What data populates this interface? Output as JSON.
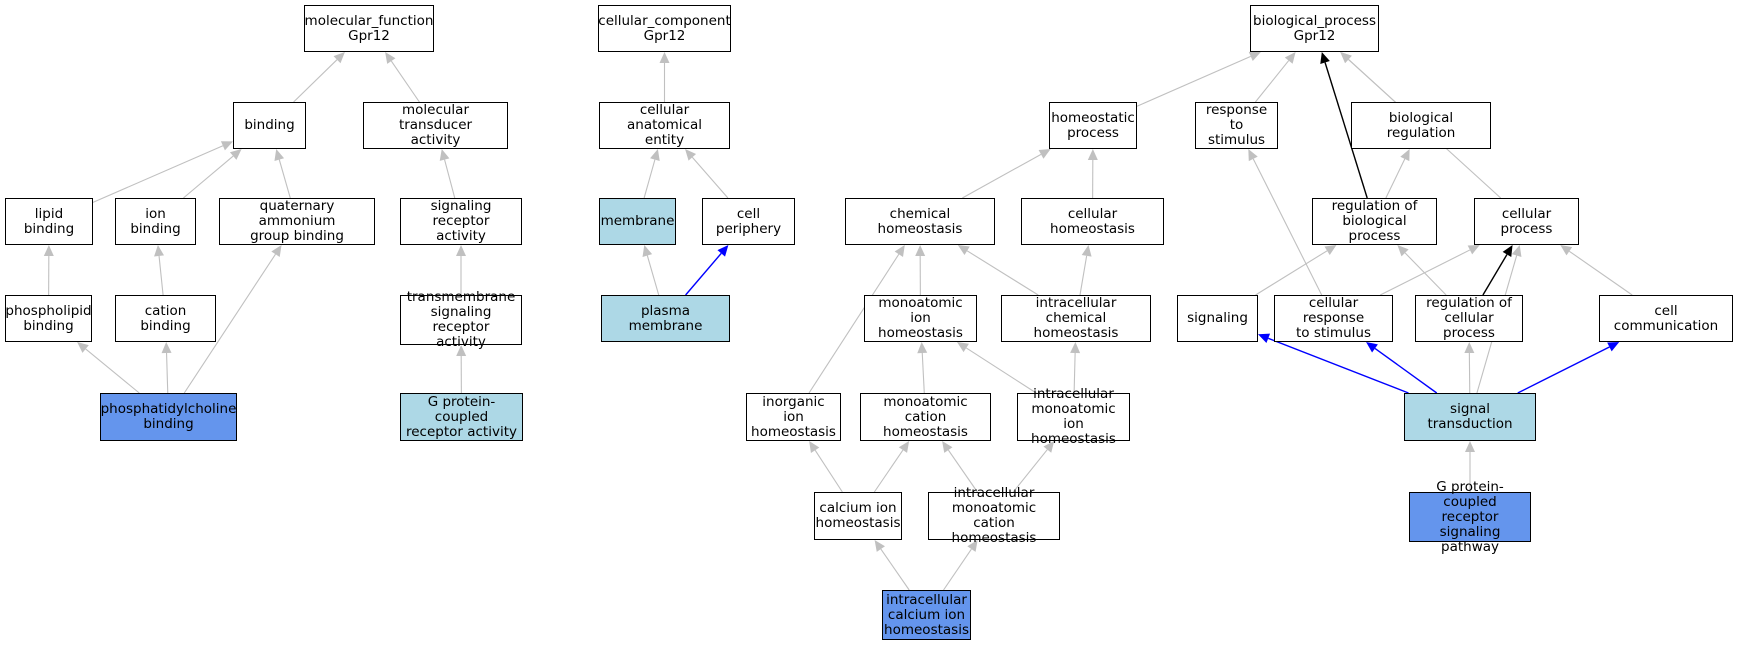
{
  "colors": {
    "gray": "#c0c0c0",
    "black": "#000000",
    "blue": "#0000ff",
    "light": "#add8e6",
    "strong": "#6495ed",
    "white": "#ffffff"
  },
  "nodes": [
    {
      "id": "molecular_function",
      "label": "molecular_function\nGpr12",
      "fill": "white"
    },
    {
      "id": "binding",
      "label": "binding",
      "fill": "white"
    },
    {
      "id": "molecular_transducer_activity",
      "label": "molecular transducer\nactivity",
      "fill": "white"
    },
    {
      "id": "lipid_binding",
      "label": "lipid binding",
      "fill": "white"
    },
    {
      "id": "ion_binding",
      "label": "ion binding",
      "fill": "white"
    },
    {
      "id": "quaternary_ammonium_group_binding",
      "label": "quaternary ammonium\ngroup binding",
      "fill": "white"
    },
    {
      "id": "signaling_receptor_activity",
      "label": "signaling receptor\nactivity",
      "fill": "white"
    },
    {
      "id": "phospholipid_binding",
      "label": "phospholipid\nbinding",
      "fill": "white"
    },
    {
      "id": "cation_binding",
      "label": "cation binding",
      "fill": "white"
    },
    {
      "id": "transmembrane_signaling_receptor_activity",
      "label": "transmembrane\nsignaling receptor\nactivity",
      "fill": "white"
    },
    {
      "id": "phosphatidylcholine_binding",
      "label": "phosphatidylcholine\nbinding",
      "fill": "strong"
    },
    {
      "id": "gpcr_activity",
      "label": "G protein-coupled\nreceptor activity",
      "fill": "light"
    },
    {
      "id": "cellular_component",
      "label": "cellular_component\nGpr12",
      "fill": "white"
    },
    {
      "id": "cellular_anatomical_entity",
      "label": "cellular anatomical\nentity",
      "fill": "white"
    },
    {
      "id": "membrane",
      "label": "membrane",
      "fill": "light"
    },
    {
      "id": "cell_periphery",
      "label": "cell periphery",
      "fill": "white"
    },
    {
      "id": "plasma_membrane",
      "label": "plasma membrane",
      "fill": "light"
    },
    {
      "id": "biological_process",
      "label": "biological_process\nGpr12",
      "fill": "white"
    },
    {
      "id": "homeostatic_process",
      "label": "homeostatic\nprocess",
      "fill": "white"
    },
    {
      "id": "response_to_stimulus",
      "label": "response to\nstimulus",
      "fill": "white"
    },
    {
      "id": "biological_regulation",
      "label": "biological regulation",
      "fill": "white"
    },
    {
      "id": "chemical_homeostasis",
      "label": "chemical homeostasis",
      "fill": "white"
    },
    {
      "id": "cellular_homeostasis",
      "label": "cellular homeostasis",
      "fill": "white"
    },
    {
      "id": "regulation_of_biological_process",
      "label": "regulation of\nbiological process",
      "fill": "white"
    },
    {
      "id": "cellular_process",
      "label": "cellular process",
      "fill": "white"
    },
    {
      "id": "monoatomic_ion_homeostasis",
      "label": "monoatomic ion\nhomeostasis",
      "fill": "white"
    },
    {
      "id": "intracellular_chemical_homeostasis",
      "label": "intracellular\nchemical homeostasis",
      "fill": "white"
    },
    {
      "id": "signaling",
      "label": "signaling",
      "fill": "white"
    },
    {
      "id": "cellular_response_to_stimulus",
      "label": "cellular response\nto stimulus",
      "fill": "white"
    },
    {
      "id": "regulation_of_cellular_process",
      "label": "regulation of\ncellular process",
      "fill": "white"
    },
    {
      "id": "cell_communication",
      "label": "cell communication",
      "fill": "white"
    },
    {
      "id": "inorganic_ion_homeostasis",
      "label": "inorganic ion\nhomeostasis",
      "fill": "white"
    },
    {
      "id": "monoatomic_cation_homeostasis",
      "label": "monoatomic cation\nhomeostasis",
      "fill": "white"
    },
    {
      "id": "intracellular_monoatomic_ion_homeostasis",
      "label": "intracellular\nmonoatomic ion\nhomeostasis",
      "fill": "white"
    },
    {
      "id": "signal_transduction",
      "label": "signal transduction",
      "fill": "light"
    },
    {
      "id": "calcium_ion_homeostasis",
      "label": "calcium ion\nhomeostasis",
      "fill": "white"
    },
    {
      "id": "intracellular_monoatomic_cation_homeostasis",
      "label": "intracellular\nmonoatomic cation\nhomeostasis",
      "fill": "white"
    },
    {
      "id": "gpcr_signaling_pathway",
      "label": "G protein-coupled\nreceptor signaling\npathway",
      "fill": "strong"
    },
    {
      "id": "intracellular_calcium_ion_homeostasis",
      "label": "intracellular\ncalcium ion\nhomeostasis",
      "fill": "strong"
    }
  ],
  "edges": [
    {
      "from": "binding",
      "to": "molecular_function",
      "color": "gray"
    },
    {
      "from": "molecular_transducer_activity",
      "to": "molecular_function",
      "color": "gray"
    },
    {
      "from": "lipid_binding",
      "to": "binding",
      "color": "gray"
    },
    {
      "from": "ion_binding",
      "to": "binding",
      "color": "gray"
    },
    {
      "from": "quaternary_ammonium_group_binding",
      "to": "binding",
      "color": "gray"
    },
    {
      "from": "signaling_receptor_activity",
      "to": "molecular_transducer_activity",
      "color": "gray"
    },
    {
      "from": "phospholipid_binding",
      "to": "lipid_binding",
      "color": "gray"
    },
    {
      "from": "cation_binding",
      "to": "ion_binding",
      "color": "gray"
    },
    {
      "from": "transmembrane_signaling_receptor_activity",
      "to": "signaling_receptor_activity",
      "color": "gray"
    },
    {
      "from": "phosphatidylcholine_binding",
      "to": "phospholipid_binding",
      "color": "gray"
    },
    {
      "from": "phosphatidylcholine_binding",
      "to": "cation_binding",
      "color": "gray"
    },
    {
      "from": "phosphatidylcholine_binding",
      "to": "quaternary_ammonium_group_binding",
      "color": "gray"
    },
    {
      "from": "gpcr_activity",
      "to": "transmembrane_signaling_receptor_activity",
      "color": "gray"
    },
    {
      "from": "cellular_anatomical_entity",
      "to": "cellular_component",
      "color": "gray"
    },
    {
      "from": "membrane",
      "to": "cellular_anatomical_entity",
      "color": "gray"
    },
    {
      "from": "cell_periphery",
      "to": "cellular_anatomical_entity",
      "color": "gray"
    },
    {
      "from": "plasma_membrane",
      "to": "membrane",
      "color": "gray"
    },
    {
      "from": "plasma_membrane",
      "to": "cell_periphery",
      "color": "blue"
    },
    {
      "from": "homeostatic_process",
      "to": "biological_process",
      "color": "gray"
    },
    {
      "from": "response_to_stimulus",
      "to": "biological_process",
      "color": "gray"
    },
    {
      "from": "biological_regulation",
      "to": "biological_process",
      "color": "gray"
    },
    {
      "from": "regulation_of_biological_process",
      "to": "biological_process",
      "color": "black"
    },
    {
      "from": "cellular_process",
      "to": "biological_process",
      "color": "gray"
    },
    {
      "from": "chemical_homeostasis",
      "to": "homeostatic_process",
      "color": "gray"
    },
    {
      "from": "cellular_homeostasis",
      "to": "homeostatic_process",
      "color": "gray"
    },
    {
      "from": "regulation_of_biological_process",
      "to": "biological_regulation",
      "color": "gray"
    },
    {
      "from": "monoatomic_ion_homeostasis",
      "to": "chemical_homeostasis",
      "color": "gray"
    },
    {
      "from": "intracellular_chemical_homeostasis",
      "to": "chemical_homeostasis",
      "color": "gray"
    },
    {
      "from": "intracellular_chemical_homeostasis",
      "to": "cellular_homeostasis",
      "color": "gray"
    },
    {
      "from": "inorganic_ion_homeostasis",
      "to": "chemical_homeostasis",
      "color": "gray"
    },
    {
      "from": "monoatomic_cation_homeostasis",
      "to": "monoatomic_ion_homeostasis",
      "color": "gray"
    },
    {
      "from": "intracellular_monoatomic_ion_homeostasis",
      "to": "monoatomic_ion_homeostasis",
      "color": "gray"
    },
    {
      "from": "intracellular_monoatomic_ion_homeostasis",
      "to": "intracellular_chemical_homeostasis",
      "color": "gray"
    },
    {
      "from": "calcium_ion_homeostasis",
      "to": "inorganic_ion_homeostasis",
      "color": "gray"
    },
    {
      "from": "calcium_ion_homeostasis",
      "to": "monoatomic_cation_homeostasis",
      "color": "gray"
    },
    {
      "from": "intracellular_monoatomic_cation_homeostasis",
      "to": "monoatomic_cation_homeostasis",
      "color": "gray"
    },
    {
      "from": "intracellular_monoatomic_cation_homeostasis",
      "to": "intracellular_monoatomic_ion_homeostasis",
      "color": "gray"
    },
    {
      "from": "intracellular_calcium_ion_homeostasis",
      "to": "calcium_ion_homeostasis",
      "color": "gray"
    },
    {
      "from": "intracellular_calcium_ion_homeostasis",
      "to": "intracellular_monoatomic_cation_homeostasis",
      "color": "gray"
    },
    {
      "from": "signaling",
      "to": "regulation_of_biological_process",
      "color": "gray"
    },
    {
      "from": "cellular_response_to_stimulus",
      "to": "response_to_stimulus",
      "color": "gray"
    },
    {
      "from": "cellular_response_to_stimulus",
      "to": "cellular_process",
      "color": "gray"
    },
    {
      "from": "regulation_of_cellular_process",
      "to": "regulation_of_biological_process",
      "color": "gray"
    },
    {
      "from": "regulation_of_cellular_process",
      "to": "cellular_process",
      "color": "black"
    },
    {
      "from": "cell_communication",
      "to": "cellular_process",
      "color": "gray"
    },
    {
      "from": "signal_transduction",
      "to": "signaling",
      "color": "blue"
    },
    {
      "from": "signal_transduction",
      "to": "cellular_response_to_stimulus",
      "color": "blue"
    },
    {
      "from": "signal_transduction",
      "to": "regulation_of_cellular_process",
      "color": "gray"
    },
    {
      "from": "signal_transduction",
      "to": "cellular_process",
      "color": "gray"
    },
    {
      "from": "signal_transduction",
      "to": "cell_communication",
      "color": "blue"
    },
    {
      "from": "gpcr_signaling_pathway",
      "to": "signal_transduction",
      "color": "gray"
    }
  ]
}
